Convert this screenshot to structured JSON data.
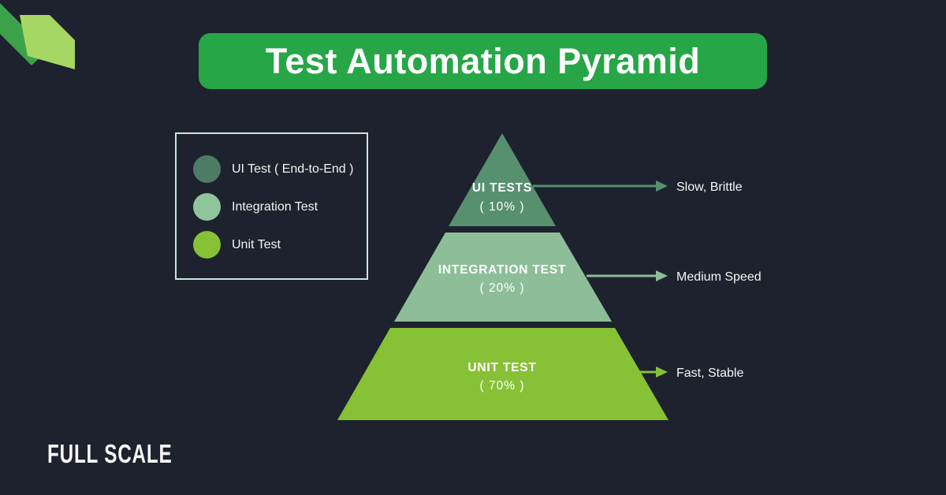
{
  "header": {
    "title": "Test Automation Pyramid"
  },
  "colors": {
    "background": "#1E222E",
    "banner_green": "#27A647",
    "legend_border": "#C7E6DD",
    "ribbon_dark": "#3CA24A",
    "ribbon_light": "#A6D765",
    "text_white": "#FFFFFF"
  },
  "legend": {
    "items": [
      {
        "label": "UI Test ( End-to-End )",
        "color": "#4E7B66"
      },
      {
        "label": "Integration Test",
        "color": "#8FC49B"
      },
      {
        "label": "Unit Test",
        "color": "#86C136"
      }
    ]
  },
  "pyramid": {
    "levels": [
      {
        "label": "UI TESTS",
        "percent": "( 10% )",
        "annotation": "Slow, Brittle",
        "color": "#57906F"
      },
      {
        "label": "INTEGRATION TEST",
        "percent": "( 20% )",
        "annotation": "Medium Speed",
        "color": "#8DBE98"
      },
      {
        "label": "UNIT TEST",
        "percent": "( 70% )",
        "annotation": "Fast, Stable",
        "color": "#86C136"
      }
    ]
  },
  "footer": {
    "logo": "FULL SCALE"
  }
}
